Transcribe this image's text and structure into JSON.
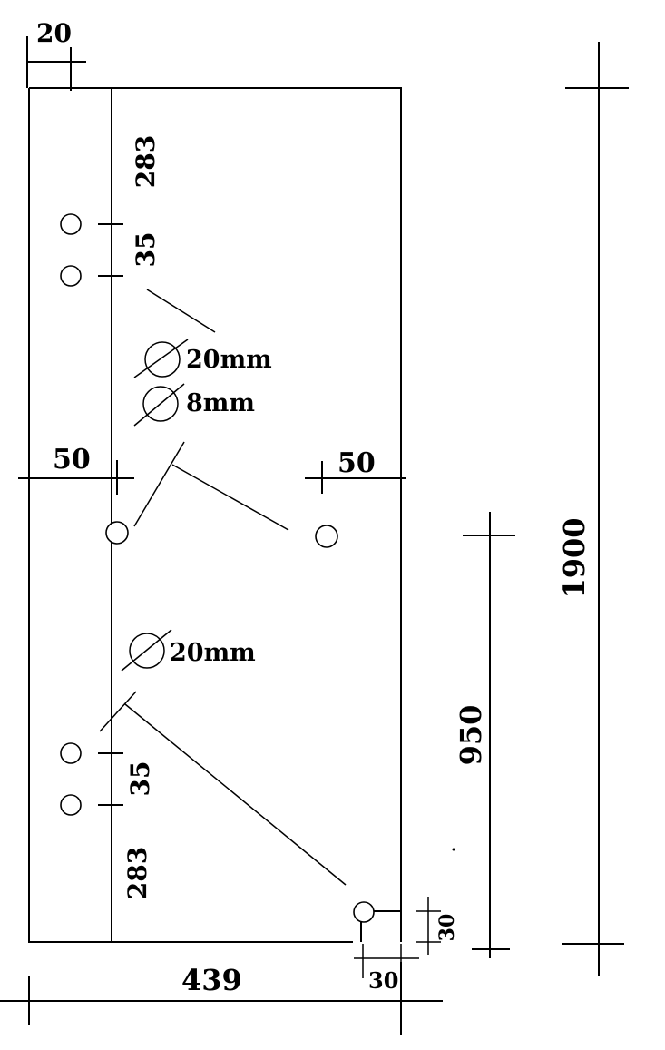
{
  "dimensions": {
    "top_offset": "20",
    "top_spacing_283": "283",
    "top_spacing_35": "35",
    "mid_left_50": "50",
    "mid_right_50": "50",
    "bottom_spacing_35": "35",
    "bottom_spacing_283": "283",
    "width": "439",
    "corner_h": "30",
    "corner_v": "30",
    "half_height": "950",
    "total_height": "1900"
  },
  "callouts": {
    "dia_top_large": "20mm",
    "dia_top_small": "8mm",
    "dia_bottom": "20mm"
  },
  "diameter_symbol": "∅"
}
